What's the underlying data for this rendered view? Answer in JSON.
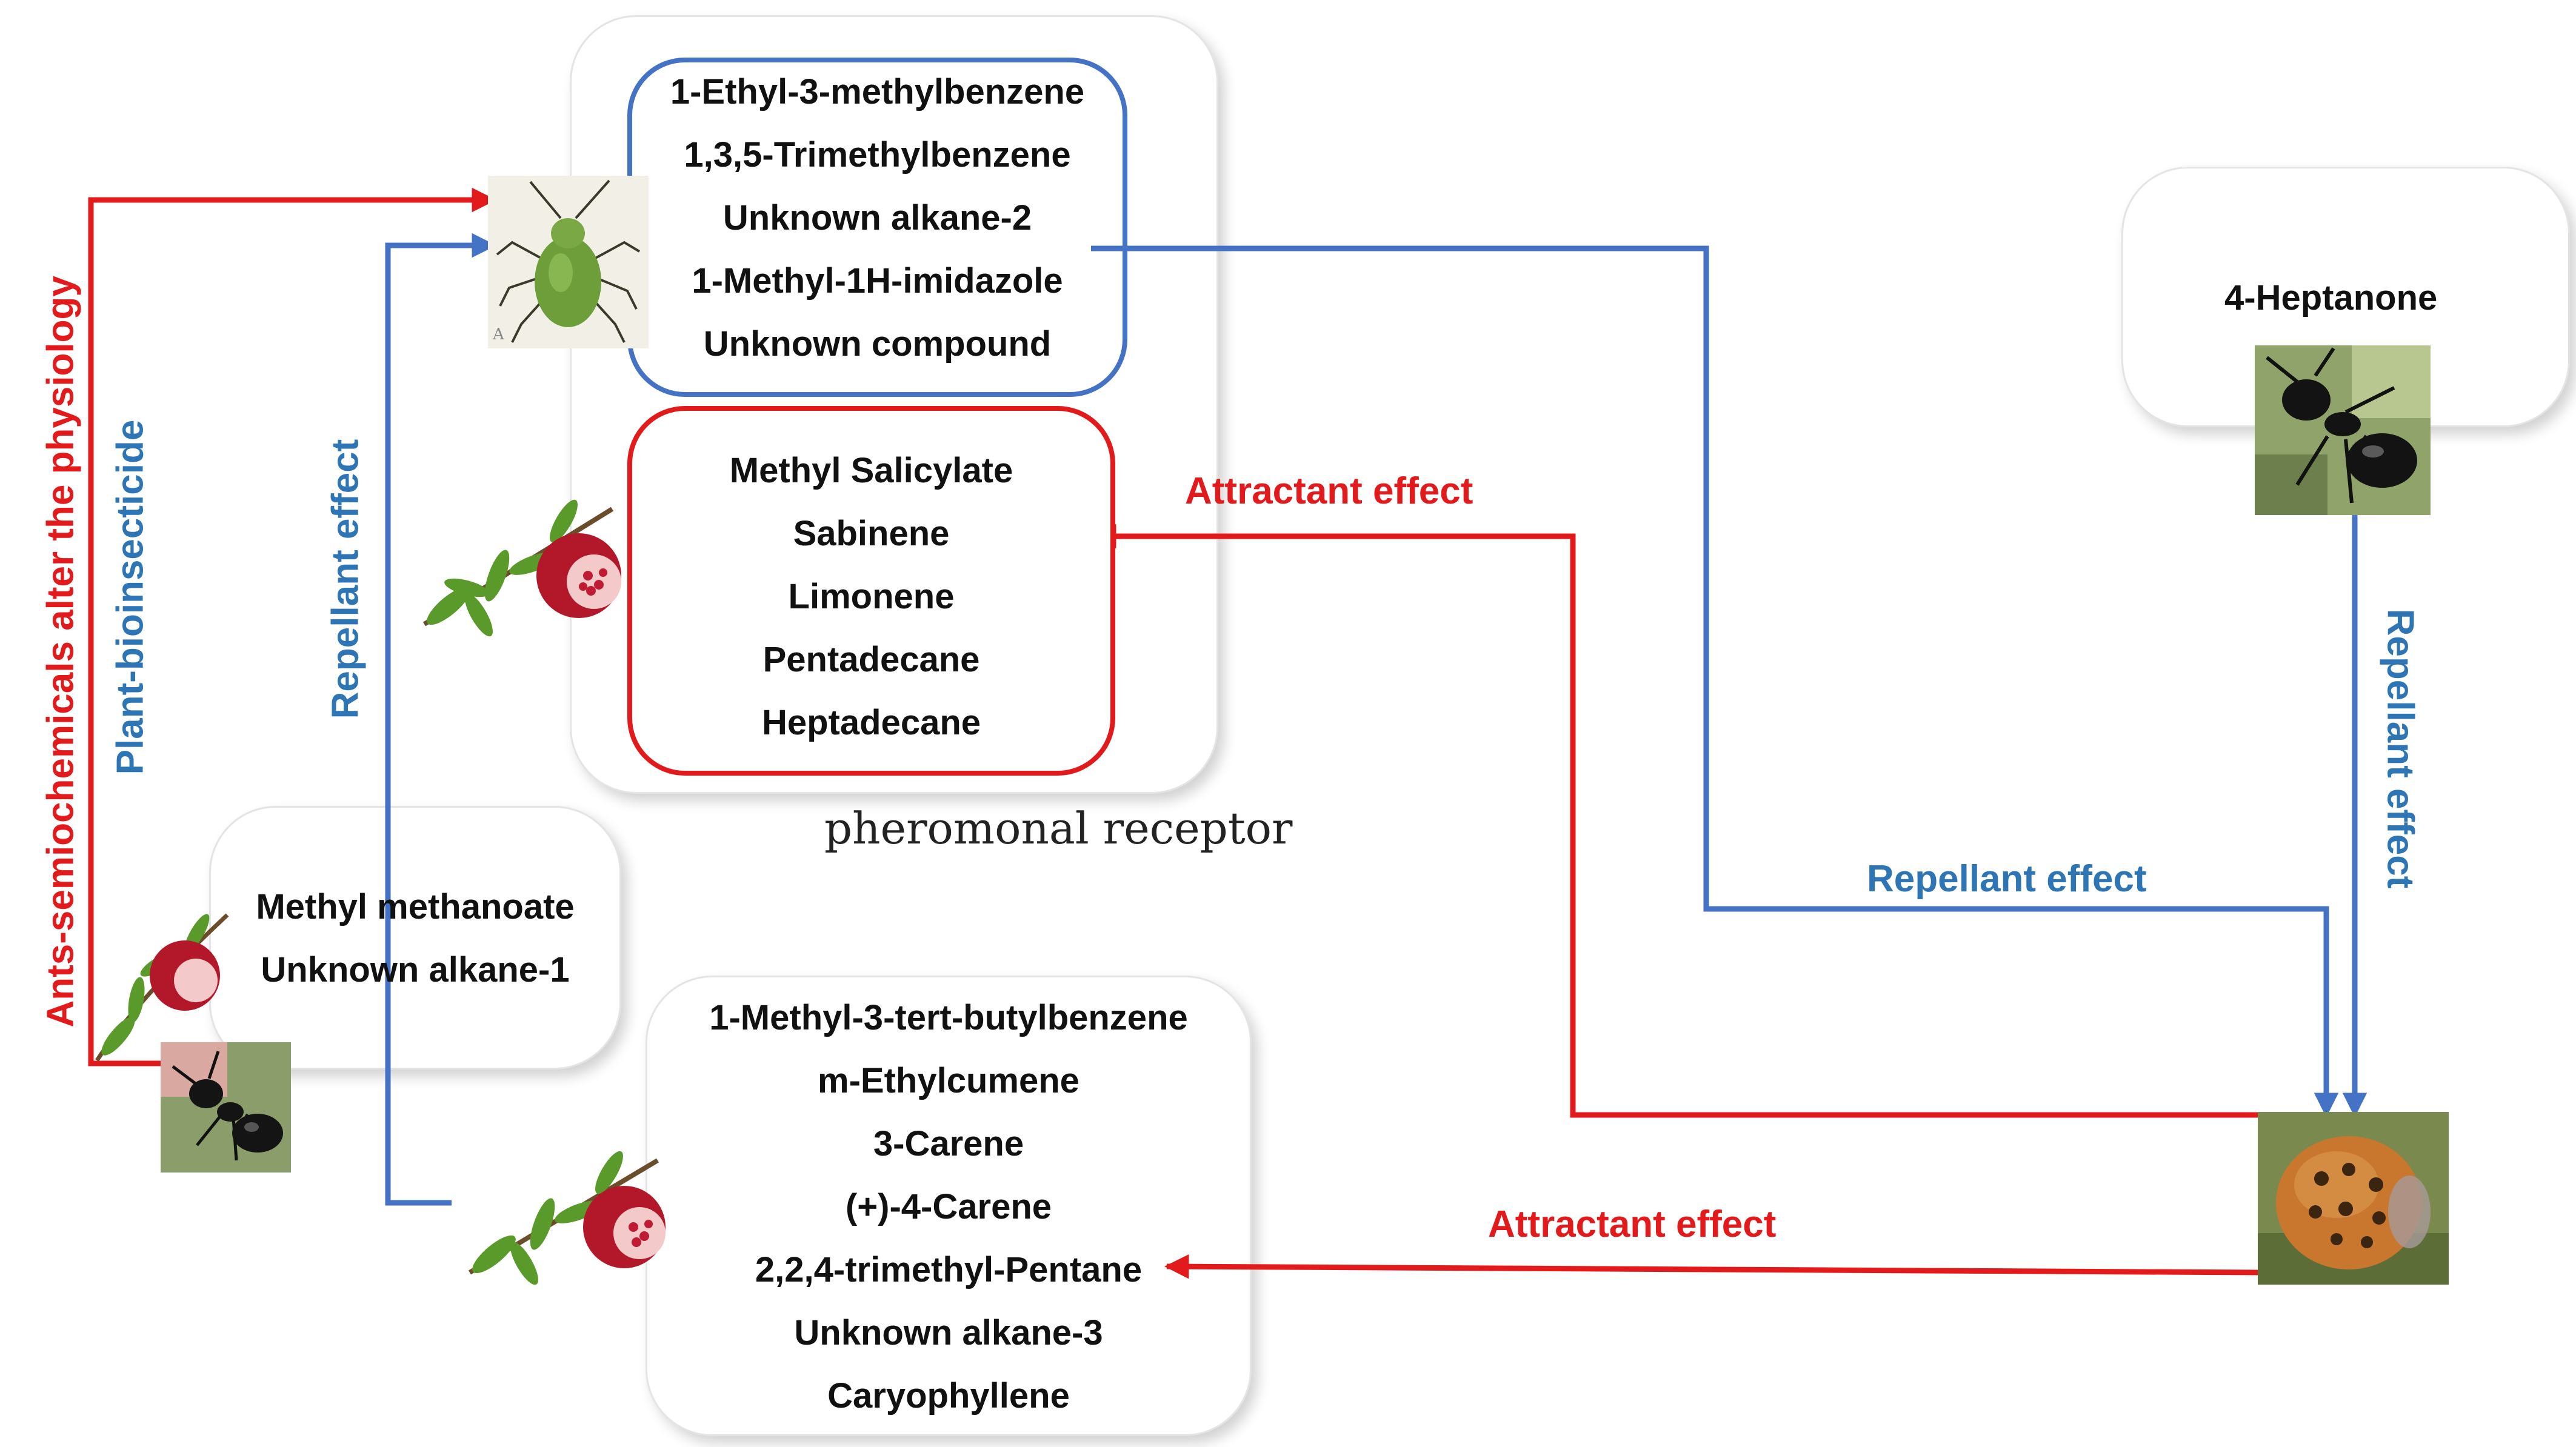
{
  "aphid_box": {
    "compounds": [
      "1-Ethyl-3-methylbenzene",
      "1,3,5-Trimethylbenzene",
      "Unknown alkane-2",
      "1-Methyl-1H-imidazole",
      "Unknown compound"
    ]
  },
  "attractant_box": {
    "compounds": [
      "Methyl Salicylate",
      "Sabinene",
      "Limonene",
      "Pentadecane",
      "Heptadecane"
    ]
  },
  "receptor_caption": "pheromonal receptor",
  "ant_box": {
    "compounds": [
      "Methyl methanoate",
      "Unknown alkane-1"
    ]
  },
  "lower_box": {
    "compounds": [
      "1-Methyl-3-tert-butylbenzene",
      "m-Ethylcumene",
      "3-Carene",
      "(+)-4-Carene",
      "2,2,4-trimethyl-Pentane",
      "Unknown alkane-3",
      "Caryophyllene"
    ]
  },
  "heptanone_box": {
    "compound": "4-Heptanone"
  },
  "labels": {
    "ants_semiochemicals": "Ants-semiochemicals alter the physiology",
    "plant_bioinsecticide": "Plant-bioinsecticide",
    "repellant_left": "Repellant effect",
    "attractant_upper": "Attractant effect",
    "repellant_mid": "Repellant effect",
    "repellant_right": "Repellant effect",
    "attractant_lower": "Attractant effect"
  },
  "icons": {
    "aphid": "aphid-icon",
    "pomegranate": "pomegranate-branch-icon",
    "ant": "ant-icon",
    "ladybird": "ladybird-icon"
  },
  "colors": {
    "red": "#e31a1c",
    "blue": "#4472c4",
    "blue_text": "#2e75b6"
  }
}
